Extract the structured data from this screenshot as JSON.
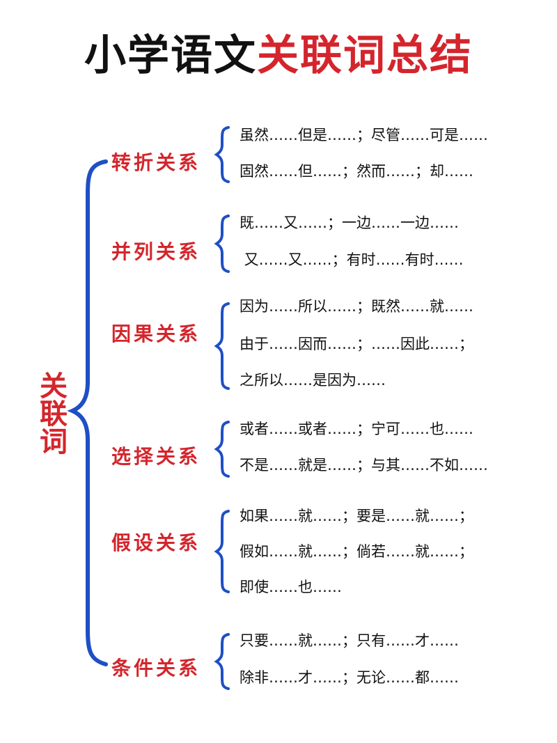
{
  "title": {
    "part1": "小学语文",
    "part2": "关联词总结"
  },
  "root_label": "关联词",
  "colors": {
    "accent_red": "#d4252c",
    "bracket_blue": "#1e4fc4",
    "text": "#111111"
  },
  "categories": [
    {
      "label": "转折关系",
      "items": [
        "虽然……但是……；尽管……可是……",
        "固然……但……；然而……；却……"
      ]
    },
    {
      "label": "并列关系",
      "items": [
        "既……又……；一边……一边……",
        " 又……又……；有时……有时……"
      ]
    },
    {
      "label": "因果关系",
      "items": [
        "因为……所以……；既然……就……",
        "由于……因而……；……因此……；",
        "之所以……是因为……"
      ]
    },
    {
      "label": "选择关系",
      "items": [
        "或者……或者……；宁可……也……",
        "不是……就是……；与其……不如……"
      ]
    },
    {
      "label": "假设关系",
      "items": [
        "如果……就……；要是……就……；",
        "假如……就……；倘若……就……；",
        "即使……也……"
      ]
    },
    {
      "label": "条件关系",
      "items": [
        "只要……就……；只有……才……",
        "除非……才……；无论……都……"
      ]
    }
  ]
}
